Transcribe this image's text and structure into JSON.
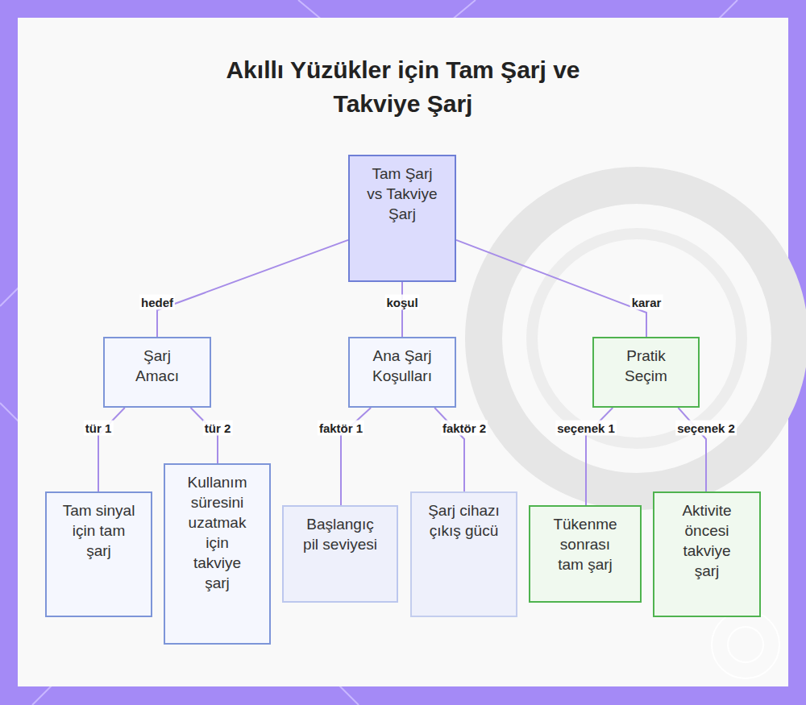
{
  "diagram": {
    "title": "Akıllı Yüzükler için Tam Şarj ve Takviye Şarj",
    "nodes": [
      {
        "text": [
          "Tam Şarj vs Takviye Şarj"
        ]
      },
      {
        "text": [
          "Şarj Amacı"
        ]
      },
      {
        "text": [
          "Ana Şarj Koşulları"
        ]
      },
      {
        "text": [
          "Pratik Seçim"
        ]
      },
      {
        "text": [
          "Tam sinyal için tam şarj"
        ]
      },
      {
        "text": [
          "Kullanım süresini uzatmak için takviye şarj"
        ]
      },
      {
        "text": [
          "Başlangıç pil seviyesi"
        ]
      },
      {
        "text": [
          "Şarj cihazı çıkış gücü"
        ]
      },
      {
        "text": [
          "Tükenme sonrası tam şarj"
        ]
      },
      {
        "text": [
          "Aktivite öncesi takviye şarj"
        ]
      }
    ],
    "edges": [
      {
        "from": 0,
        "to": 1,
        "label": "hedef",
        "arrow": "none"
      },
      {
        "from": 0,
        "to": 2,
        "label": "koşul",
        "arrow": "none"
      },
      {
        "from": 0,
        "to": 3,
        "label": "karar",
        "arrow": "none"
      },
      {
        "from": 1,
        "to": 4,
        "label": "tür 1",
        "arrow": "none"
      },
      {
        "from": 1,
        "to": 5,
        "label": "tür 2",
        "arrow": "none"
      },
      {
        "from": 2,
        "to": 6,
        "label": "faktör 1",
        "arrow": "none"
      },
      {
        "from": 2,
        "to": 7,
        "label": "faktör 2",
        "arrow": "none"
      },
      {
        "from": 3,
        "to": 8,
        "label": "seçenek 1",
        "arrow": "none"
      },
      {
        "from": 3,
        "to": 9,
        "label": "seçenek 2",
        "arrow": "none"
      }
    ]
  }
}
